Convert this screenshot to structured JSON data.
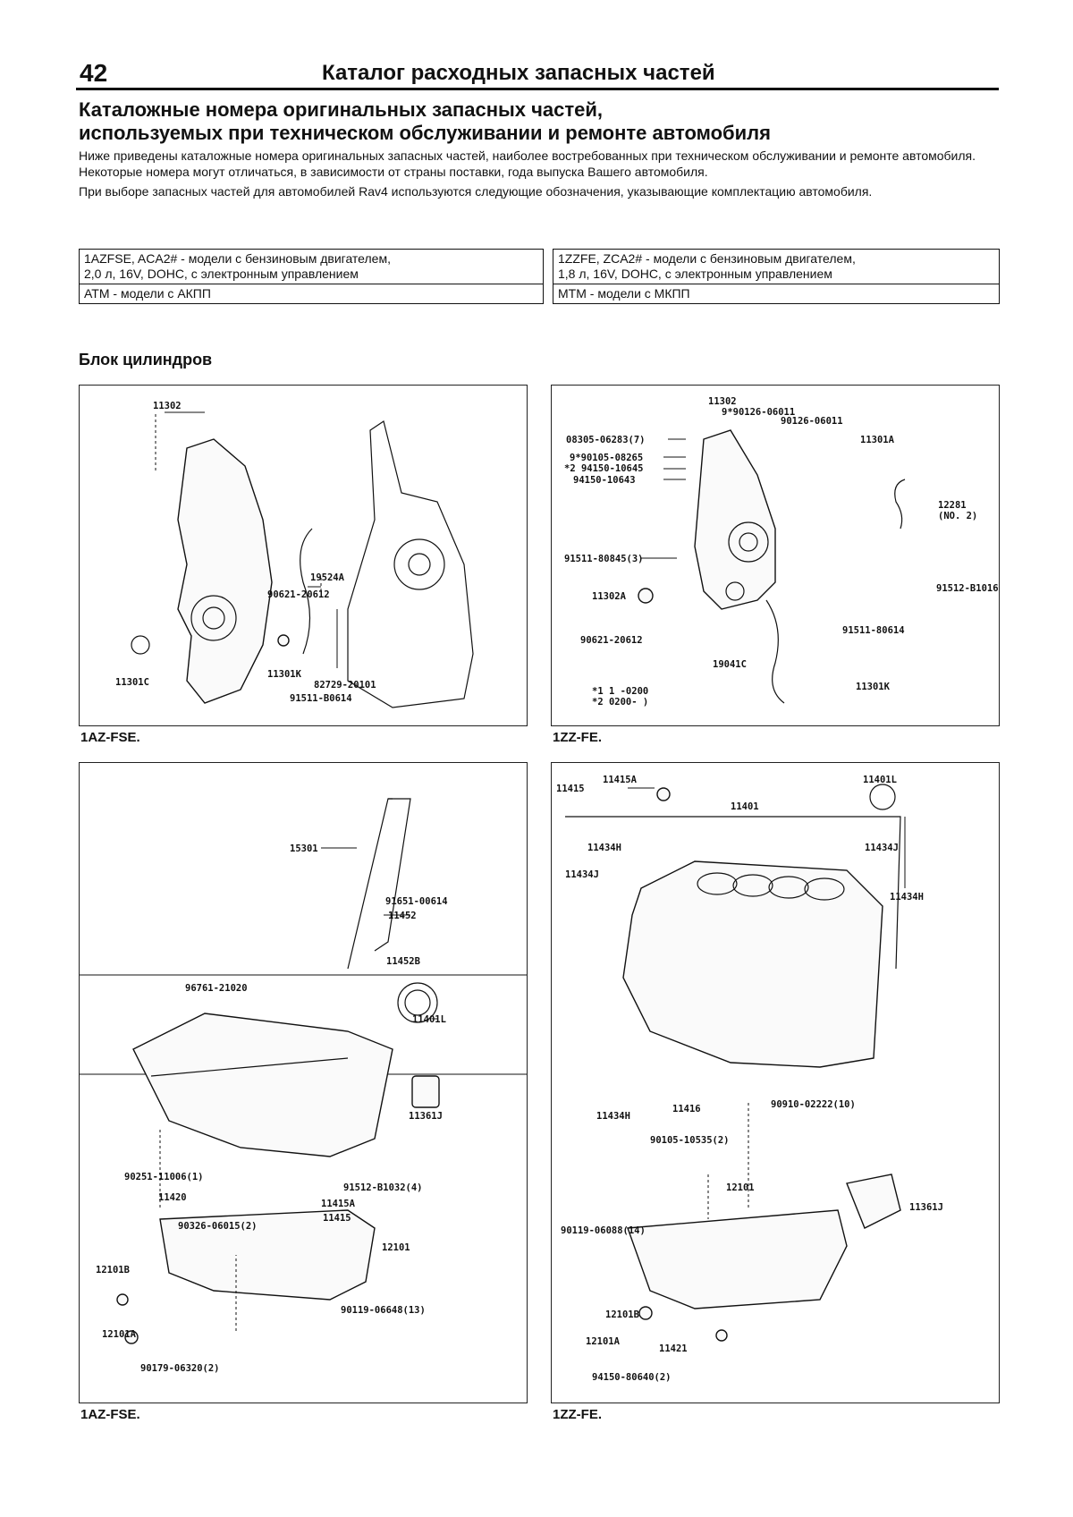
{
  "header": {
    "page_number": "42",
    "title": "Каталог расходных запасных частей"
  },
  "document": {
    "title_line1": "Каталожные номера оригинальных запасных частей,",
    "title_line2": "используемых при техническом обслуживании и ремонте автомобиля",
    "intro_p1": "Ниже приведены каталожные номера оригинальных запасных частей, наиболее востребованных при техническом обслуживании и ремонте автомобиля. Некоторые номера могут отличаться, в зависимости от страны поставки, года выпуска Вашего автомобиля.",
    "intro_p2": "При выборе запасных частей для автомобилей Rav4 используются следующие обозначения, указывающие комплектацию автомобиля."
  },
  "legend_left": {
    "line1": "1AZFSE, ACA2# - модели с бензиновым двигателем,",
    "line2": "2,0 л, 16V, DOHC, с электронным управлением",
    "line3": "ATM - модели с АКПП"
  },
  "legend_right": {
    "line1": "1ZZFE, ZCA2# - модели с бензиновым двигателем,",
    "line2": "1,8 л, 16V, DOHC, с электронным управлением",
    "line3": "MTM - модели с МКПП"
  },
  "section_title": "Блок цилиндров",
  "panels": {
    "p1": {
      "caption": "1AZ-FSE.",
      "labels": [
        "11302",
        "19524A",
        "90621-20612",
        "11301C",
        "11301K",
        "82729-20101",
        "91511-B0614"
      ]
    },
    "p2": {
      "caption": "1ZZ-FE.",
      "labels": [
        "11302",
        "9*90126-06011",
        "90126-06011",
        "08305-06283(7)",
        "11301A",
        "9*90105-08265",
        "*2 94150-10645",
        "94150-10643",
        "12281",
        "(NO. 2)",
        "91511-80845(3)",
        "11302A",
        "91512-B1016",
        "91511-80614",
        "90621-20612",
        "19041C",
        "*1 1 -0200",
        "*2 0200- )",
        "11301K"
      ]
    },
    "p3": {
      "caption": "1AZ-FSE.",
      "labels": [
        "15301",
        "91651-00614",
        "11452",
        "11452B",
        "96761-21020",
        "11401L",
        "11361J",
        "90251-11006(1)",
        "91512-B1032(4)",
        "11420",
        "11415",
        "11415A",
        "90326-06015(2)",
        "12101",
        "12101B",
        "90119-06648(13)",
        "12101A",
        "90179-06320(2)"
      ]
    },
    "p4": {
      "caption": "1ZZ-FE.",
      "labels": [
        "11415",
        "11415A",
        "11401",
        "11401L",
        "11434H",
        "11434J",
        "11434J",
        "11434H",
        "11434H",
        "11416",
        "90910-02222(10)",
        "90105-10535(2)",
        "12101",
        "11361J",
        "90119-06088(14)",
        "12101B",
        "12101A",
        "11421",
        "94150-80640(2)"
      ]
    }
  }
}
